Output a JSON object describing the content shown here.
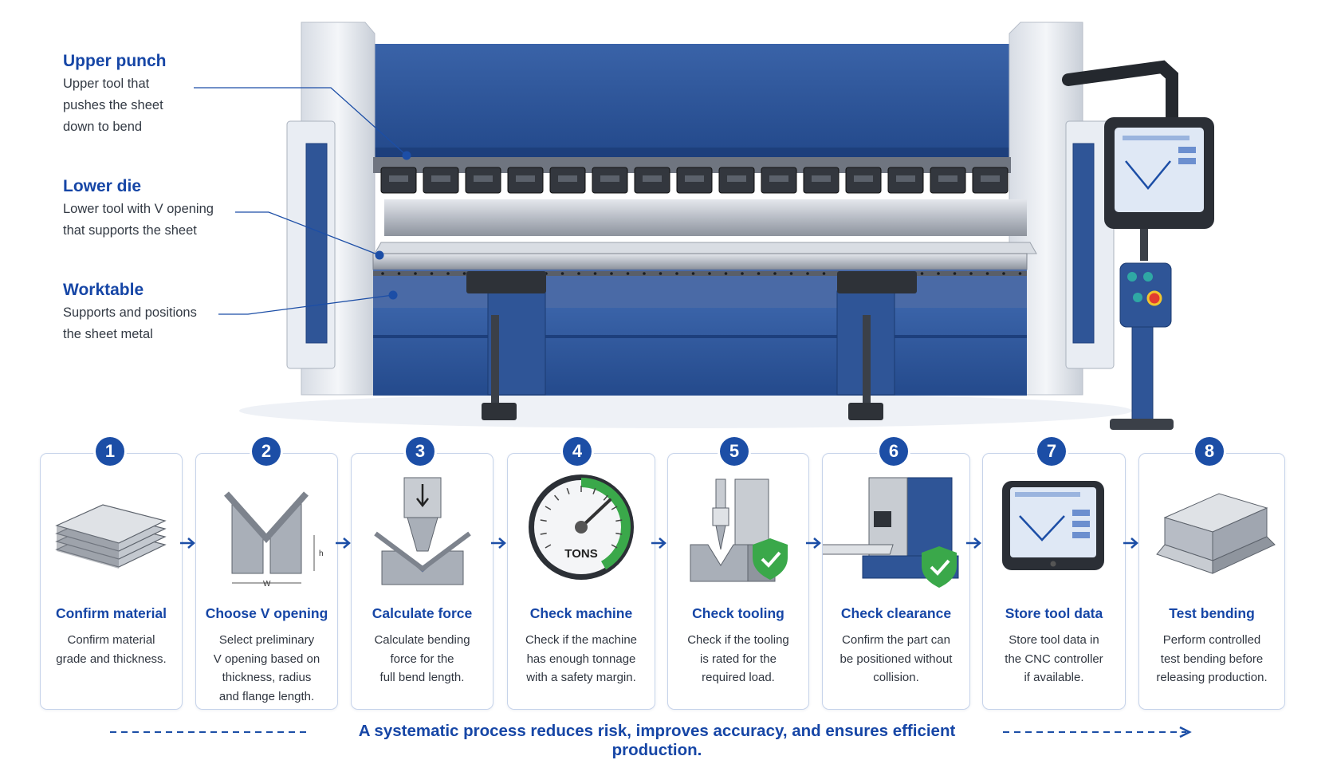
{
  "callouts": [
    {
      "title": "Upper punch",
      "lines": [
        "Upper tool that",
        "pushes the sheet",
        "down to bend"
      ]
    },
    {
      "title": "Lower die",
      "lines": [
        "Lower tool with V opening",
        "that supports the sheet"
      ]
    },
    {
      "title": "Worktable",
      "lines": [
        "Supports and positions",
        "the sheet metal"
      ]
    }
  ],
  "steps": [
    {
      "number": "1",
      "title": "Confirm material",
      "lines": [
        "Confirm material",
        "grade and thickness."
      ],
      "icon": "sheet-stack-icon"
    },
    {
      "number": "2",
      "title": "Choose V opening",
      "lines": [
        "Select preliminary",
        "V opening based on",
        "thickness, radius",
        "and flange length."
      ],
      "icon": "v-die-icon"
    },
    {
      "number": "3",
      "title": "Calculate force",
      "lines": [
        "Calculate bending",
        "force for the",
        "full bend length."
      ],
      "icon": "punch-force-icon"
    },
    {
      "number": "4",
      "title": "Check machine",
      "lines": [
        "Check if the machine",
        "has enough tonnage",
        "with a safety margin."
      ],
      "icon": "tonnage-gauge-icon"
    },
    {
      "number": "5",
      "title": "Check tooling",
      "lines": [
        "Check if the tooling",
        "is rated for the",
        "required load."
      ],
      "icon": "tooling-check-icon"
    },
    {
      "number": "6",
      "title": "Check clearance",
      "lines": [
        "Confirm the part can",
        "be positioned without",
        "collision."
      ],
      "icon": "clearance-check-icon"
    },
    {
      "number": "7",
      "title": "Store tool data",
      "lines": [
        "Store tool data in",
        "the CNC controller",
        "if available."
      ],
      "icon": "cnc-screen-icon"
    },
    {
      "number": "8",
      "title": "Test bending",
      "lines": [
        "Perform controlled",
        "test bending before",
        "releasing production."
      ],
      "icon": "bent-part-icon"
    }
  ],
  "gauge_label": "TONS",
  "v_die_dims": {
    "height_mark": "h",
    "width_mark": "W"
  },
  "footer": "A systematic process reduces risk, improves accuracy, and ensures efficient production.",
  "colors": {
    "accent": "#1646a6",
    "machine_blue": "#2f5597",
    "check_green": "#3aa84a",
    "frame_white": "#eef1f6"
  }
}
